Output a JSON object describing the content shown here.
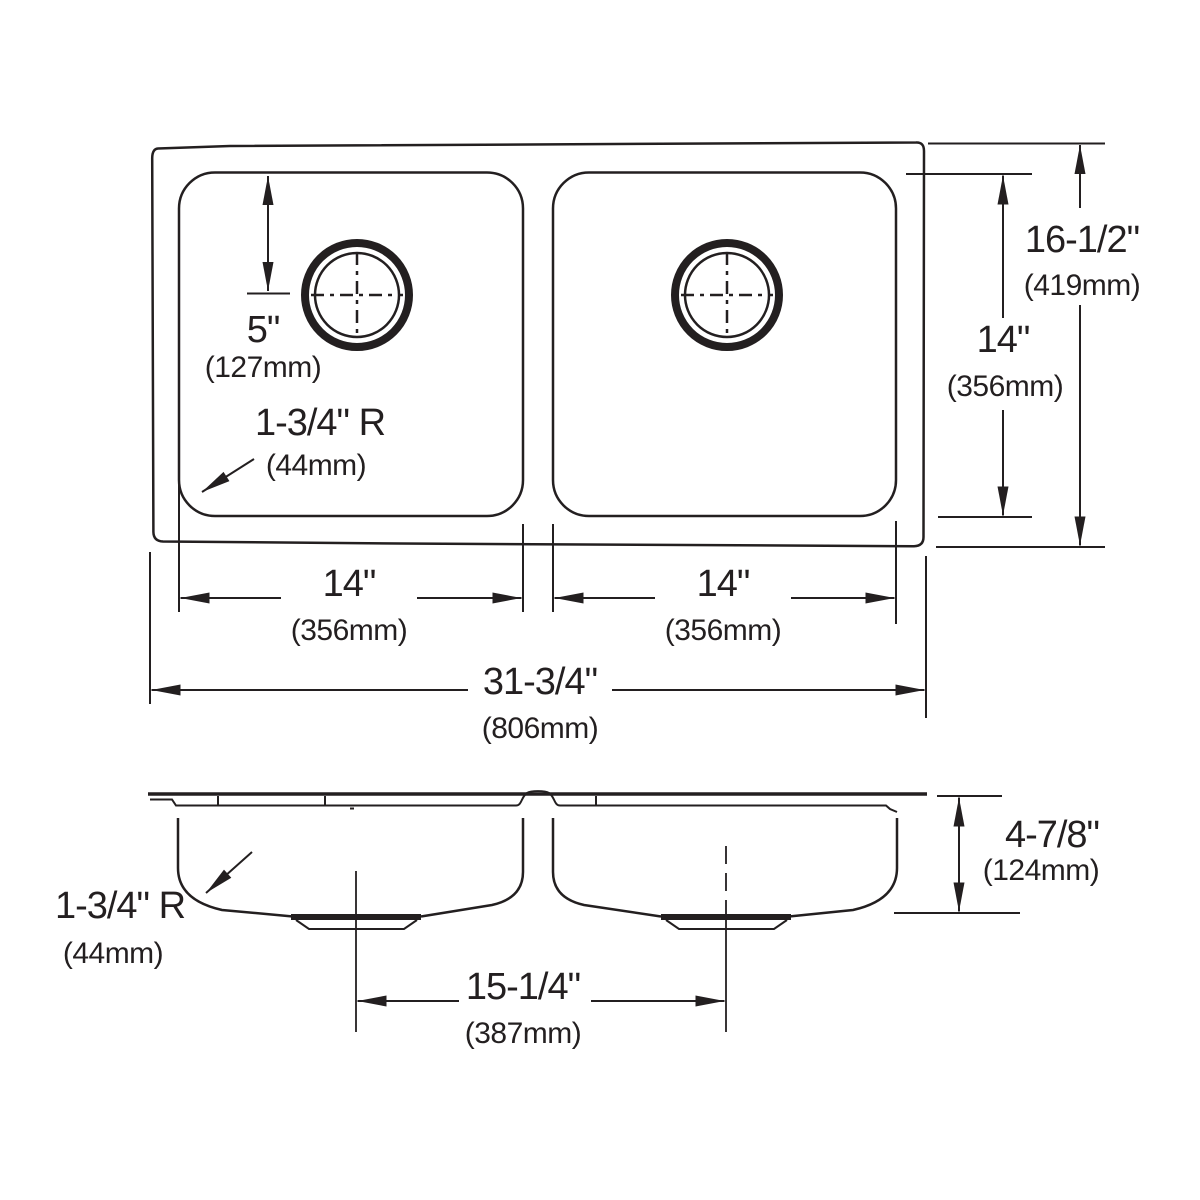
{
  "diagram": {
    "top_view": {
      "drain_offset": {
        "inches": "5\"",
        "metric": "(127mm)"
      },
      "corner_radius": {
        "inches": "1-3/4\" R",
        "metric": "(44mm)"
      },
      "overall_depth": {
        "inches": "16-1/2\"",
        "metric": "(419mm)"
      },
      "bowl_depth": {
        "inches": "14\"",
        "metric": "(356mm)"
      },
      "left_bowl_width": {
        "inches": "14\"",
        "metric": "(356mm)"
      },
      "right_bowl_width": {
        "inches": "14\"",
        "metric": "(356mm)"
      },
      "overall_width": {
        "inches": "31-3/4\"",
        "metric": "(806mm)"
      }
    },
    "side_view": {
      "corner_radius": {
        "inches": "1-3/4\" R",
        "metric": "(44mm)"
      },
      "bowl_height": {
        "inches": "4-7/8\"",
        "metric": "(124mm)"
      },
      "drain_spacing": {
        "inches": "15-1/4\"",
        "metric": "(387mm)"
      }
    }
  }
}
